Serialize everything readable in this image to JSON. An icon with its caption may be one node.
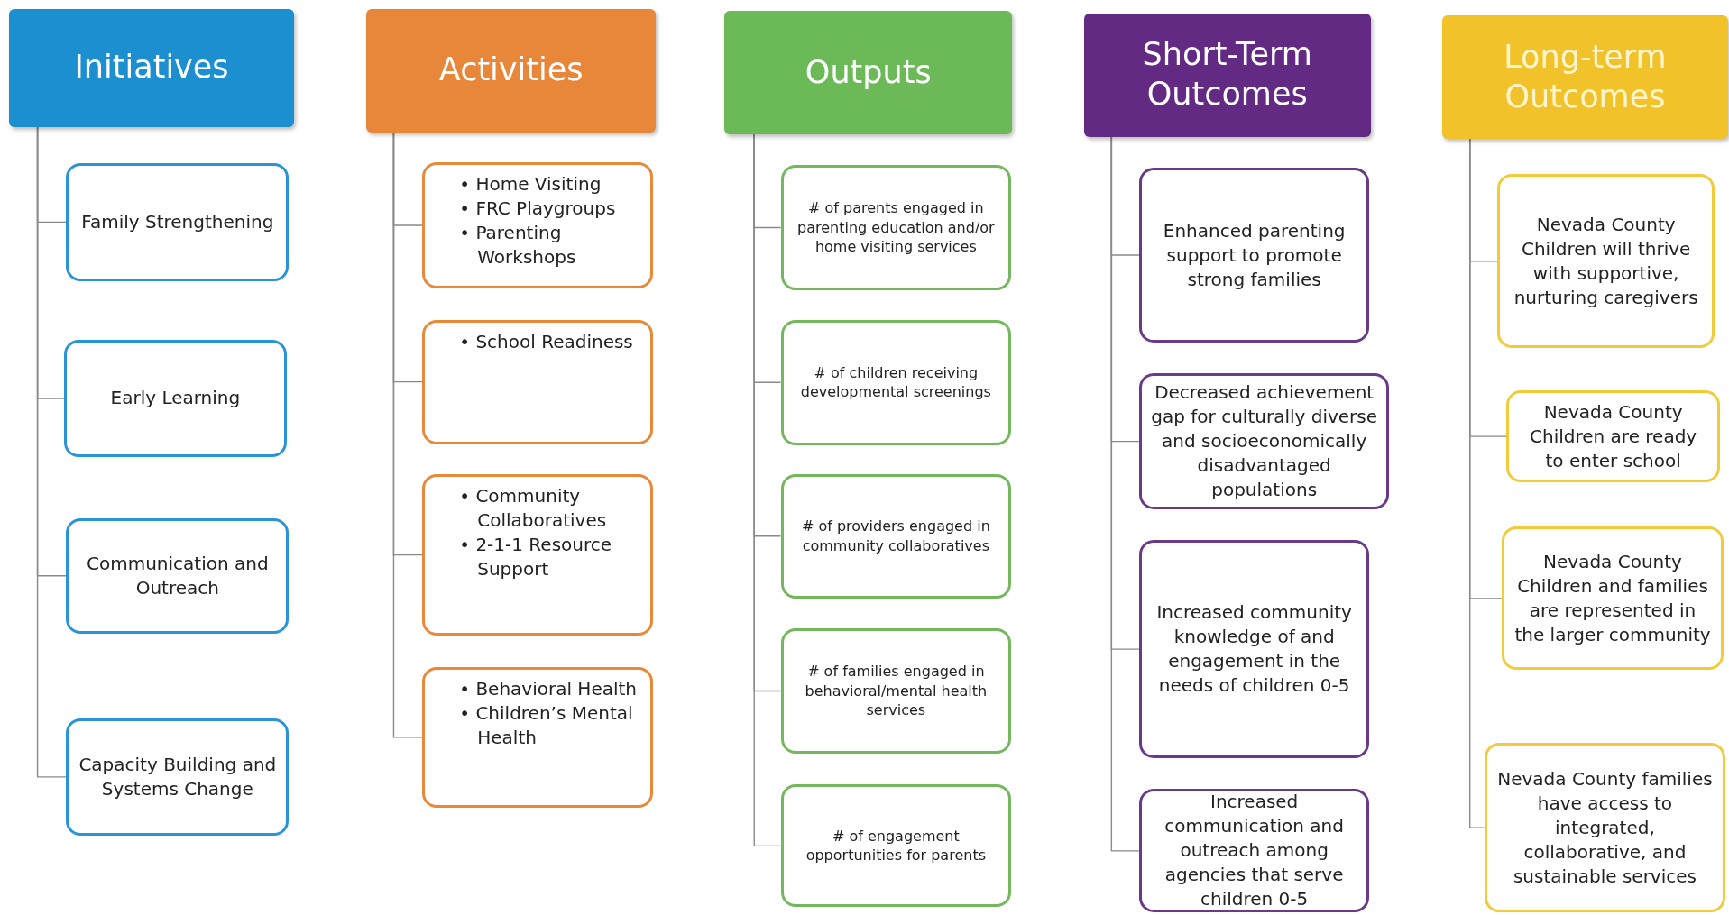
{
  "diagram": {
    "nodes": [
      {
        "text": [
          "Initiatives"
        ]
      },
      {
        "text": [
          "Family Strengthening"
        ]
      },
      {
        "text": [
          "Early Learning"
        ]
      },
      {
        "text": [
          "Communication and Outreach"
        ]
      },
      {
        "text": [
          "Capacity Building and Systems Change"
        ]
      },
      {
        "text": [
          "Activities"
        ]
      },
      {
        "text": [
          "• Home Visiting",
          "• FRC Playgroups",
          "• Parenting Workshops"
        ]
      },
      {
        "text": [
          "• School Readiness"
        ]
      },
      {
        "text": [
          "• Community Collaboratives",
          "• 2-1-1 Resource Support"
        ]
      },
      {
        "text": [
          "• Behavioral Health",
          "• Children’s Mental Health"
        ]
      },
      {
        "text": [
          "Outputs"
        ]
      },
      {
        "text": [
          "# of parents engaged in parenting education and/or home visiting services"
        ]
      },
      {
        "text": [
          "# of children receiving developmental screenings"
        ]
      },
      {
        "text": [
          "# of providers engaged in community collaboratives"
        ]
      },
      {
        "text": [
          "# of families engaged in behavioral/mental health services"
        ]
      },
      {
        "text": [
          "# of engagement opportunities for parents"
        ]
      },
      {
        "text": [
          "Short-Term Outcomes"
        ]
      },
      {
        "text": [
          "Enhanced parenting support to promote strong families"
        ]
      },
      {
        "text": [
          "Decreased achievement gap for culturally diverse and socioeconomically disadvantaged populations"
        ]
      },
      {
        "text": [
          "Increased community knowledge of and engagement in the needs of children 0-5"
        ]
      },
      {
        "text": [
          "Increased communication and outreach among agencies that serve children 0-5"
        ]
      },
      {
        "text": [
          "Long-term Outcomes"
        ]
      },
      {
        "text": [
          "Nevada County Children will thrive with supportive, nurturing caregivers"
        ]
      },
      {
        "text": [
          "Nevada County Children are ready to enter school"
        ]
      },
      {
        "text": [
          "Nevada County Children and families are represented in the larger community"
        ]
      },
      {
        "text": [
          "Nevada County families have access to integrated, collaborative, and sustainable services"
        ]
      }
    ],
    "edges": [
      {
        "from": 0,
        "to": 1,
        "arrow": "none"
      },
      {
        "from": 0,
        "to": 2,
        "arrow": "none"
      },
      {
        "from": 0,
        "to": 3,
        "arrow": "none"
      },
      {
        "from": 0,
        "to": 4,
        "arrow": "none"
      },
      {
        "from": 5,
        "to": 6,
        "arrow": "none"
      },
      {
        "from": 5,
        "to": 7,
        "arrow": "none"
      },
      {
        "from": 5,
        "to": 8,
        "arrow": "none"
      },
      {
        "from": 5,
        "to": 9,
        "arrow": "none"
      },
      {
        "from": 10,
        "to": 11,
        "arrow": "none"
      },
      {
        "from": 10,
        "to": 12,
        "arrow": "none"
      },
      {
        "from": 10,
        "to": 13,
        "arrow": "none"
      },
      {
        "from": 10,
        "to": 14,
        "arrow": "none"
      },
      {
        "from": 10,
        "to": 15,
        "arrow": "none"
      },
      {
        "from": 16,
        "to": 17,
        "arrow": "none"
      },
      {
        "from": 16,
        "to": 18,
        "arrow": "none"
      },
      {
        "from": 16,
        "to": 19,
        "arrow": "none"
      },
      {
        "from": 16,
        "to": 20,
        "arrow": "none"
      },
      {
        "from": 21,
        "to": 22,
        "arrow": "none"
      },
      {
        "from": 21,
        "to": 23,
        "arrow": "none"
      },
      {
        "from": 21,
        "to": 24,
        "arrow": "none"
      },
      {
        "from": 21,
        "to": 25,
        "arrow": "none"
      }
    ]
  }
}
